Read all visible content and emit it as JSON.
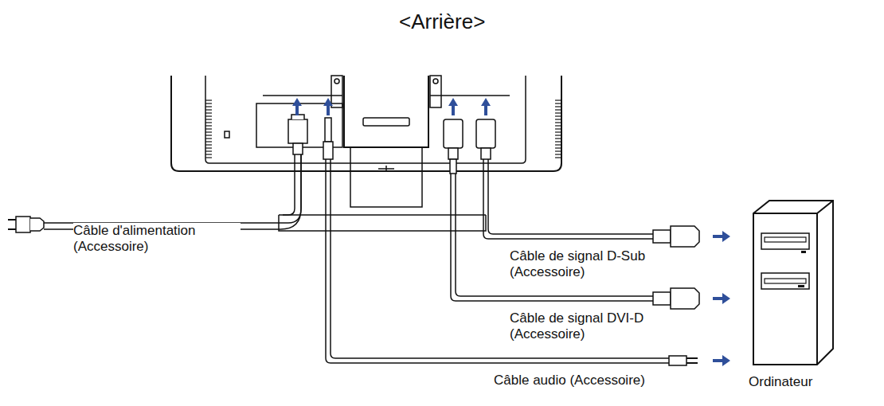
{
  "diagram": {
    "title": "<Arrière>",
    "nodes": [
      {
        "text": [
          "Ordinateur"
        ]
      }
    ],
    "labels": [
      "Câble d'alimentation (Accessoire)",
      "Câble de signal D-Sub (Accessoire)",
      "Câble de signal DVI-D (Accessoire)",
      "Câble audio (Accessoire)"
    ]
  }
}
